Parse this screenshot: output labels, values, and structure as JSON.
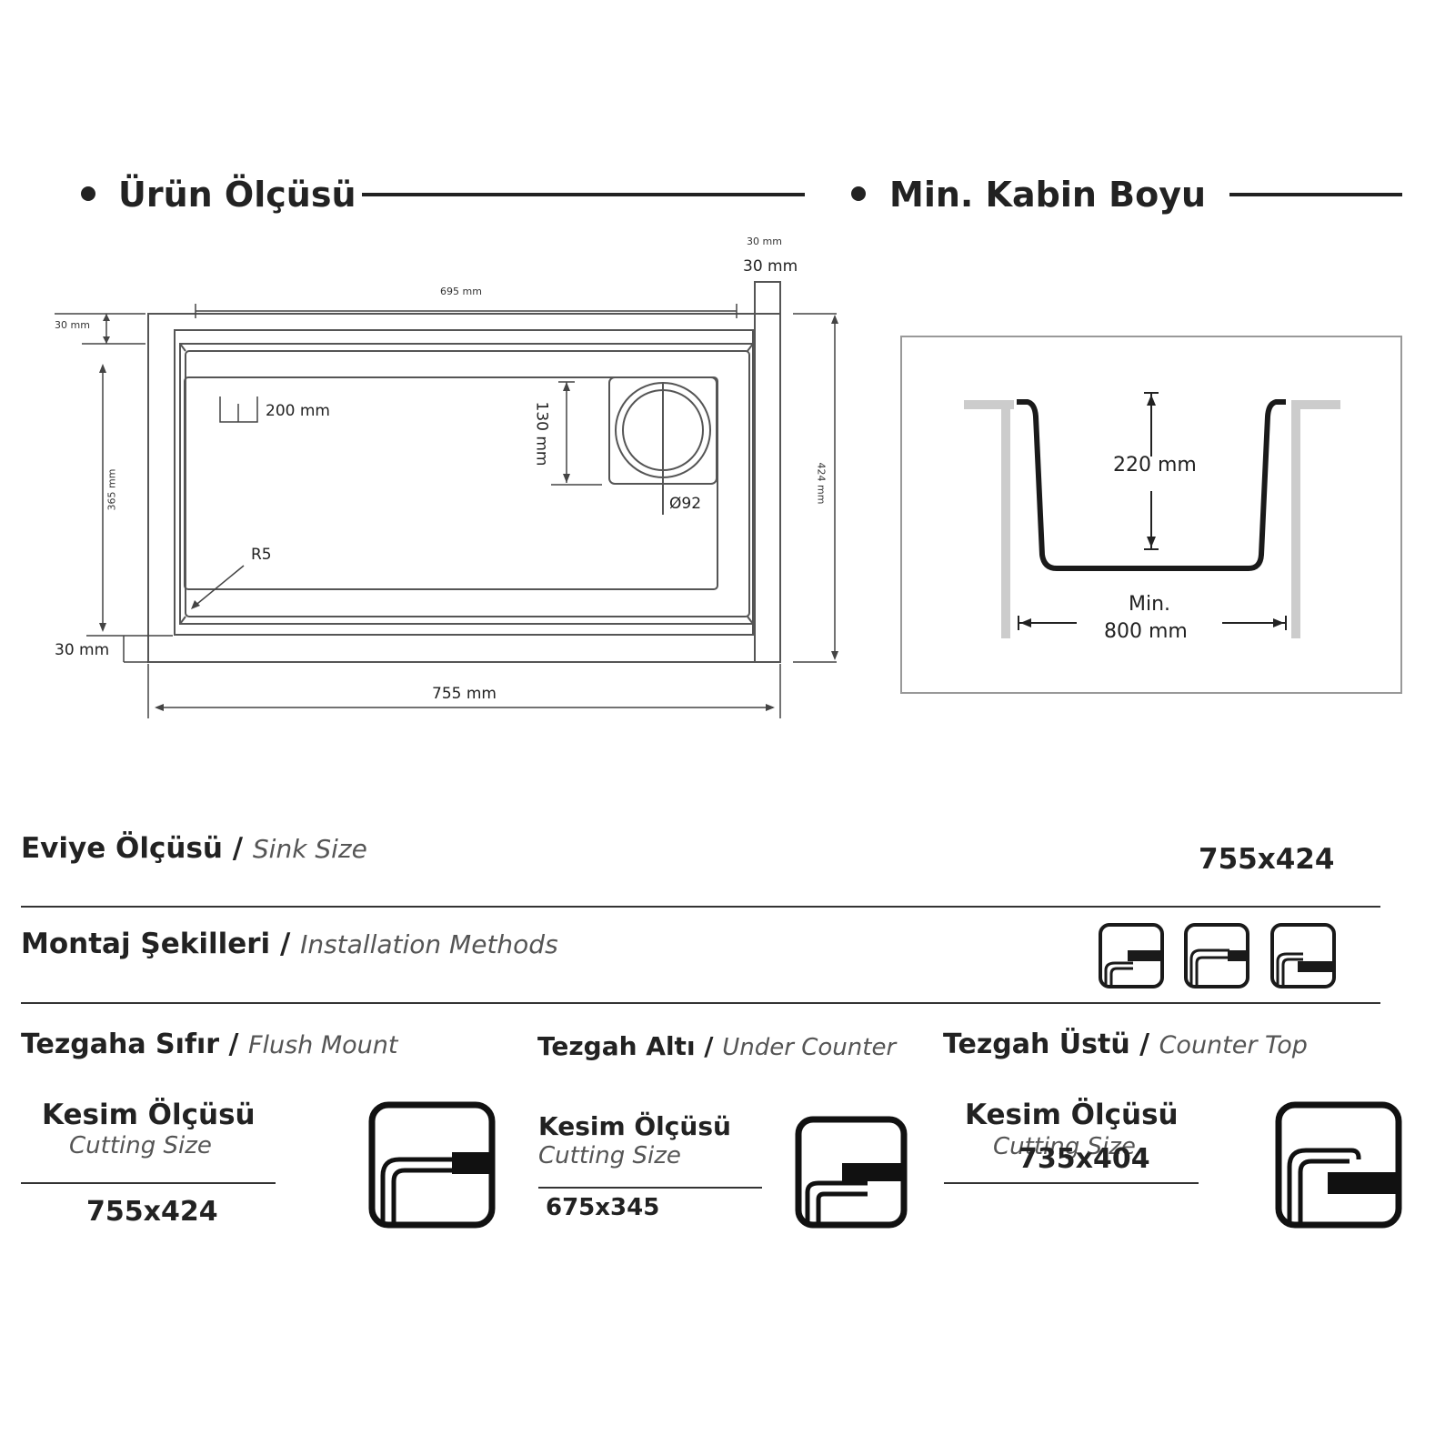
{
  "product_size": {
    "title": "Ürün Ölçüsü"
  },
  "cabinet": {
    "title": "Min. Kabin Boyu"
  },
  "drawing": {
    "d_top_right_small": "30 mm",
    "d_top_right": "30 mm",
    "d_inner_width": "695 mm",
    "d_top_left": "30 mm",
    "d_depth_200": "200 mm",
    "d_130": "130 mm",
    "d_diameter": "Ø92",
    "d_365": "365 mm",
    "d_424": "424 mm",
    "d_radius": "R5",
    "d_bottom_left": "30 mm",
    "d_width": "755 mm"
  },
  "cabinet_drawing": {
    "depth": "220 mm",
    "min_label": "Min.",
    "min_width": "800 mm"
  },
  "sink_size": {
    "label": "Eviye Ölçüsü /",
    "label_en": "Sink Size",
    "value": "755x424"
  },
  "installation": {
    "label": "Montaj Şekilleri /",
    "label_en": "Installation Methods"
  },
  "methods": [
    {
      "title": "Tezgaha Sıfır /",
      "title_en": "Flush Mount",
      "cut_label": "Kesim Ölçüsü",
      "cut_label_en": "Cutting Size",
      "value": "755x424"
    },
    {
      "title": "Tezgah Altı /",
      "title_en": "Under Counter",
      "cut_label": "Kesim Ölçüsü",
      "cut_label_en": "Cutting Size",
      "value": "675x345"
    },
    {
      "title": "Tezgah Üstü /",
      "title_en": "Counter Top",
      "cut_label": "Kesim Ölçüsü",
      "cut_label_en": "Cutting Size",
      "value": "735x404"
    }
  ],
  "icons": [
    "flush-mount-icon",
    "under-counter-icon",
    "counter-top-icon"
  ],
  "colors": {
    "ink": "#222222",
    "light_grey": "#cccccc"
  }
}
